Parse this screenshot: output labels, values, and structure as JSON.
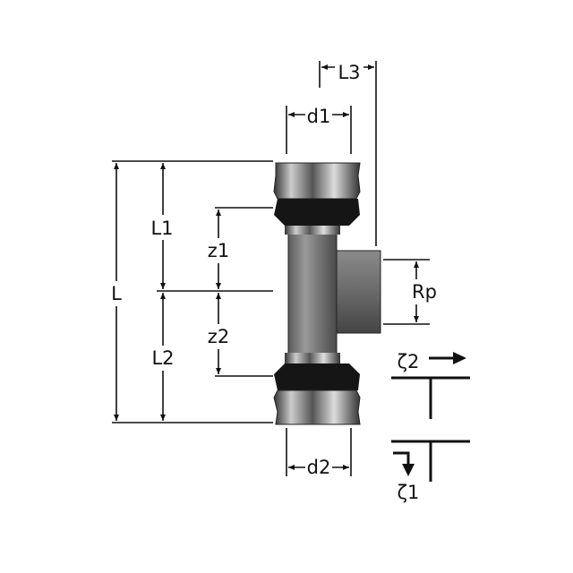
{
  "labels": {
    "L": "L",
    "L1": "L1",
    "L2": "L2",
    "L3": "L3",
    "z1": "z1",
    "z2": "z2",
    "d1": "d1",
    "d2": "d2",
    "Rp": "Rp",
    "zeta1": "ζ1",
    "zeta2": "ζ2"
  }
}
